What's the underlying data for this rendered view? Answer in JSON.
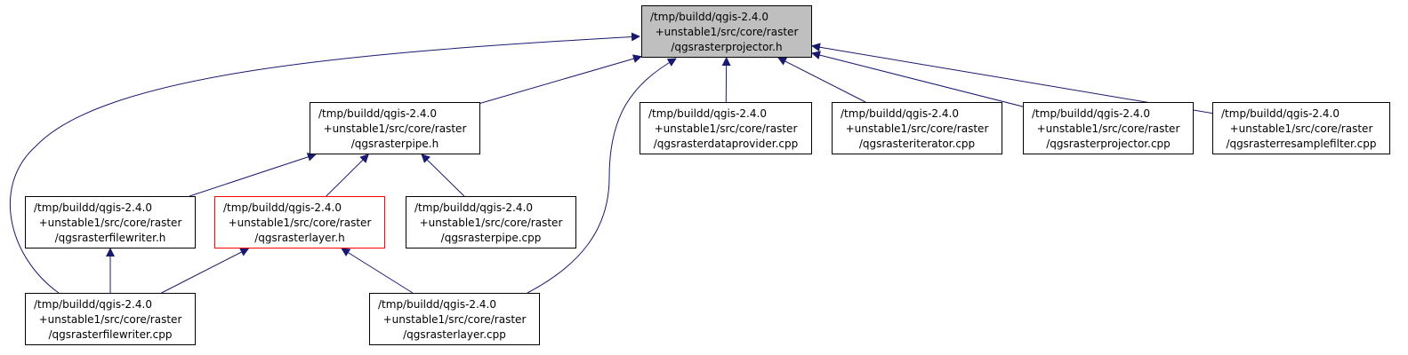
{
  "colors": {
    "edge": "#191970",
    "node_border": "#000000",
    "current_fill": "#bfbfbf",
    "highlight_border": "#ff0000"
  },
  "nodes": [
    {
      "id": "n0",
      "lines": [
        "/tmp/buildd/qgis-2.4.0",
        "+unstable1/src/core/raster",
        "/qgsrasterprojector.h"
      ]
    },
    {
      "id": "n1",
      "lines": [
        "/tmp/buildd/qgis-2.4.0",
        "+unstable1/src/core/raster",
        "/qgsrasterpipe.h"
      ]
    },
    {
      "id": "n2",
      "lines": [
        "/tmp/buildd/qgis-2.4.0",
        "+unstable1/src/core/raster",
        "/qgsrasterdataprovider.cpp"
      ]
    },
    {
      "id": "n3",
      "lines": [
        "/tmp/buildd/qgis-2.4.0",
        "+unstable1/src/core/raster",
        "/qgsrasteriterator.cpp"
      ]
    },
    {
      "id": "n4",
      "lines": [
        "/tmp/buildd/qgis-2.4.0",
        "+unstable1/src/core/raster",
        "/qgsrasterprojector.cpp"
      ]
    },
    {
      "id": "n5",
      "lines": [
        "/tmp/buildd/qgis-2.4.0",
        "+unstable1/src/core/raster",
        "/qgsrasterresamplefilter.cpp"
      ]
    },
    {
      "id": "n6",
      "lines": [
        "/tmp/buildd/qgis-2.4.0",
        "+unstable1/src/core/raster",
        "/qgsrasterfilewriter.h"
      ]
    },
    {
      "id": "n7",
      "lines": [
        "/tmp/buildd/qgis-2.4.0",
        "+unstable1/src/core/raster",
        "/qgsrasterlayer.h"
      ]
    },
    {
      "id": "n8",
      "lines": [
        "/tmp/buildd/qgis-2.4.0",
        "+unstable1/src/core/raster",
        "/qgsrasterpipe.cpp"
      ]
    },
    {
      "id": "n9",
      "lines": [
        "/tmp/buildd/qgis-2.4.0",
        "+unstable1/src/core/raster",
        "/qgsrasterfilewriter.cpp"
      ]
    },
    {
      "id": "n10",
      "lines": [
        "/tmp/buildd/qgis-2.4.0",
        "+unstable1/src/core/raster",
        "/qgsrasterlayer.cpp"
      ]
    }
  ],
  "edges": [
    {
      "from": "n1",
      "to": "n0"
    },
    {
      "from": "n2",
      "to": "n0"
    },
    {
      "from": "n3",
      "to": "n0"
    },
    {
      "from": "n4",
      "to": "n0"
    },
    {
      "from": "n5",
      "to": "n0"
    },
    {
      "from": "n9",
      "to": "n0"
    },
    {
      "from": "n10",
      "to": "n0"
    },
    {
      "from": "n6",
      "to": "n1"
    },
    {
      "from": "n7",
      "to": "n1"
    },
    {
      "from": "n8",
      "to": "n1"
    },
    {
      "from": "n9",
      "to": "n6"
    },
    {
      "from": "n9",
      "to": "n7"
    },
    {
      "from": "n10",
      "to": "n7"
    }
  ]
}
